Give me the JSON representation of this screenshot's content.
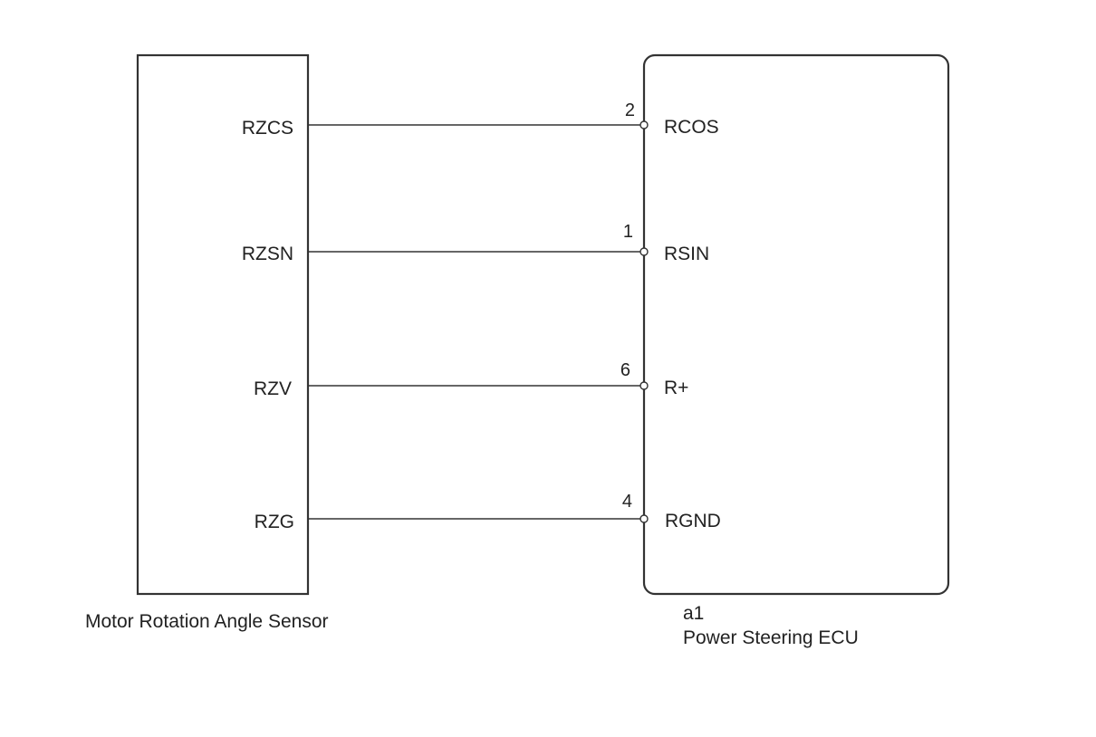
{
  "sensor": {
    "name": "Motor Rotation Angle Sensor",
    "terminals": [
      "RZCS",
      "RZSN",
      "RZV",
      "RZG"
    ]
  },
  "ecu": {
    "connector": "a1",
    "name": "Power Steering ECU",
    "terminals": [
      "RCOS",
      "RSIN",
      "R+",
      "RGND"
    ]
  },
  "connections": [
    {
      "from": "RZCS",
      "pin": "2",
      "to": "RCOS"
    },
    {
      "from": "RZSN",
      "pin": "1",
      "to": "RSIN"
    },
    {
      "from": "RZV",
      "pin": "6",
      "to": "R+"
    },
    {
      "from": "RZG",
      "pin": "4",
      "to": "RGND"
    }
  ],
  "colors": {
    "line": "#333333",
    "text": "#222222",
    "background": "#ffffff"
  }
}
